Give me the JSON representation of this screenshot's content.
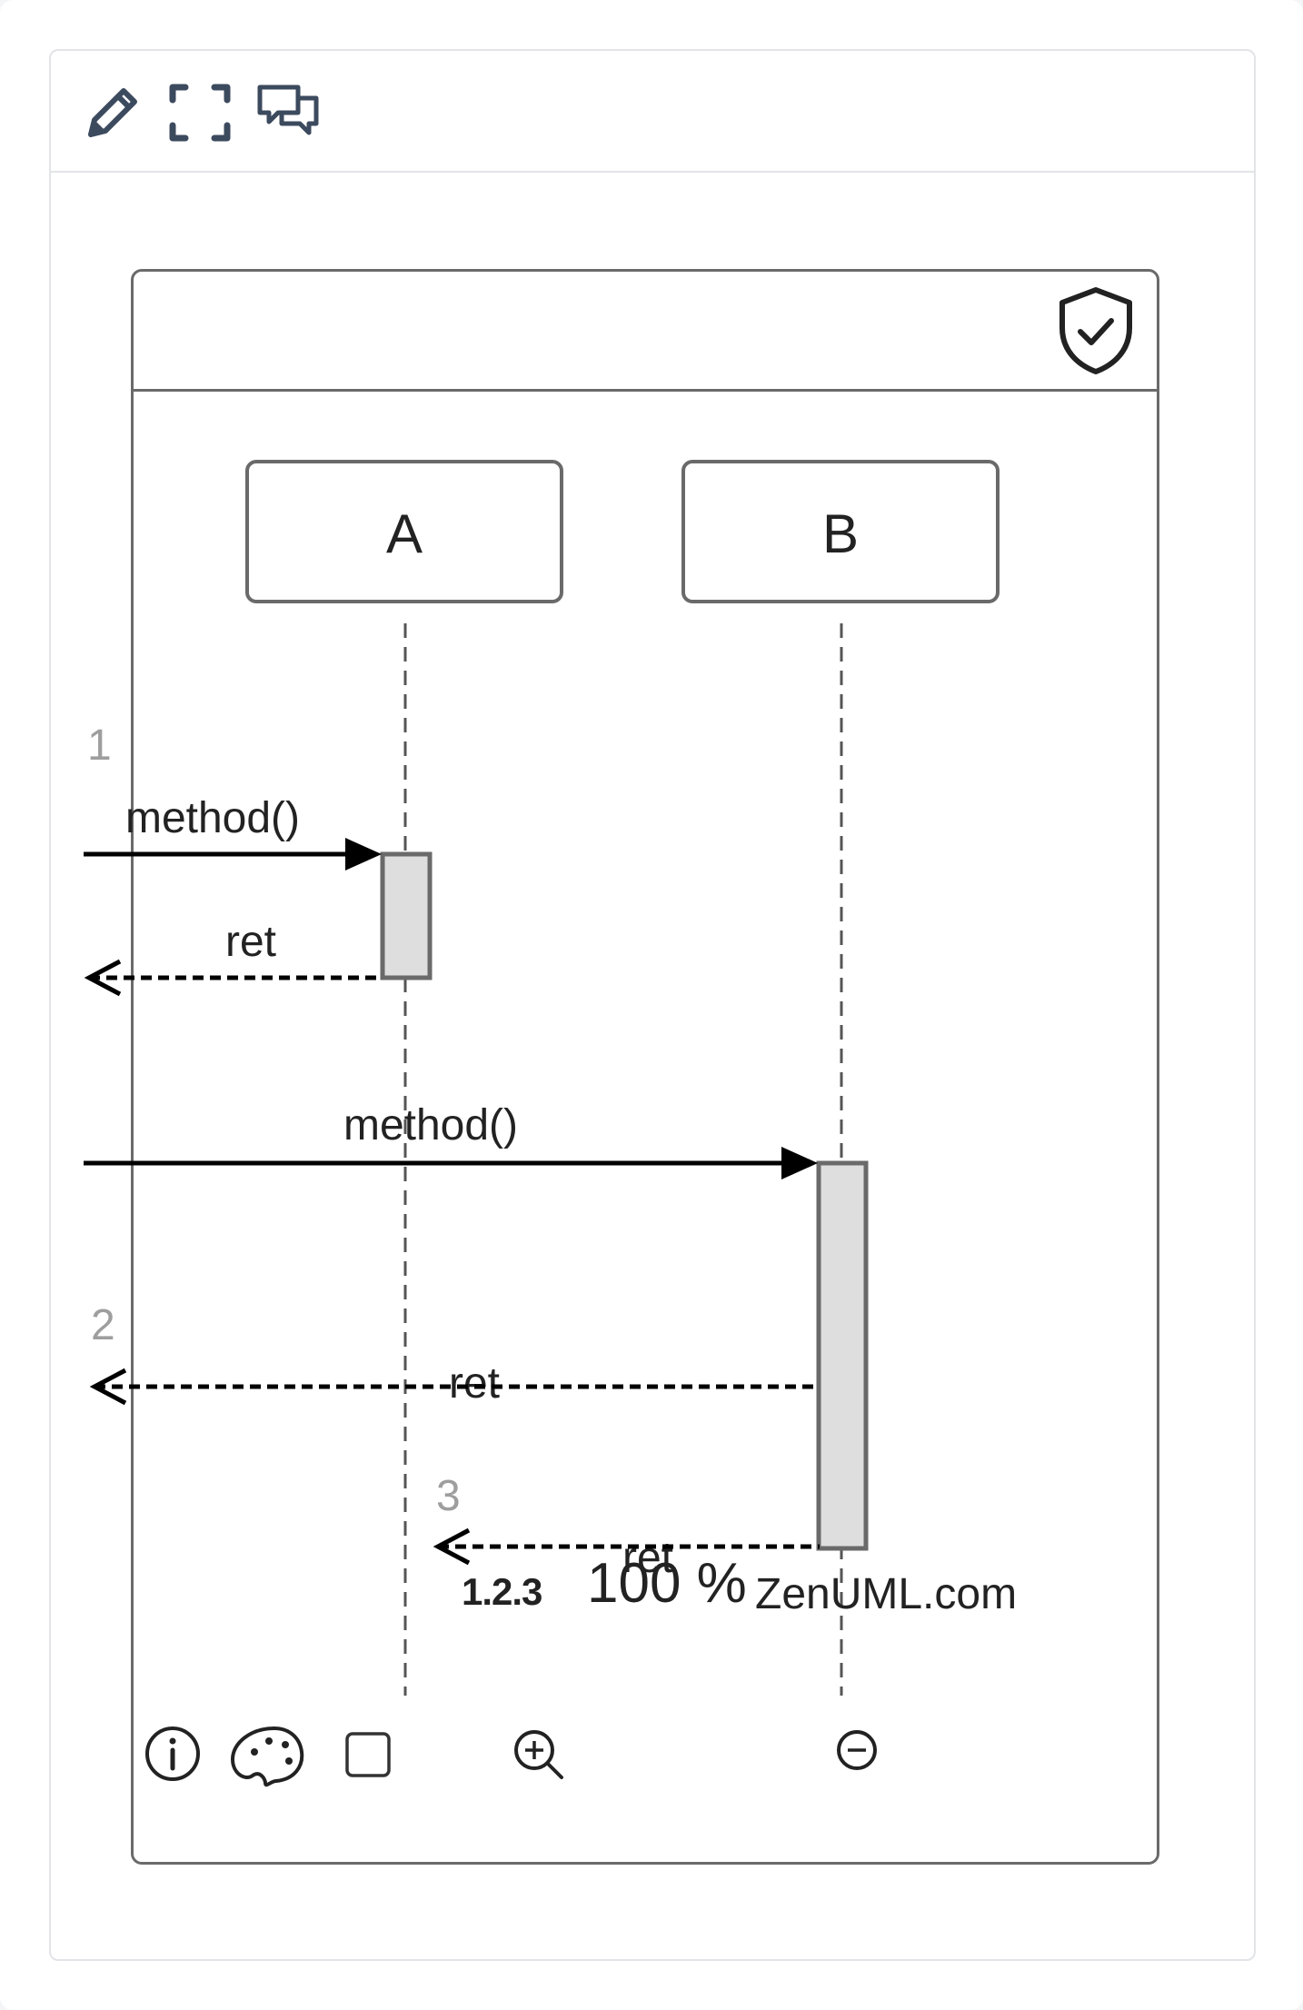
{
  "toolbar": {
    "icons": [
      "pencil-icon",
      "fullscreen-icon",
      "comments-icon"
    ]
  },
  "frame": {
    "header_icon": "shield-check-icon"
  },
  "diagram": {
    "participants": [
      {
        "name": "A"
      },
      {
        "name": "B"
      }
    ],
    "messages": [
      {
        "label": "method()",
        "from": "start",
        "to": "A",
        "type": "sync",
        "seq": "1"
      },
      {
        "label": "ret",
        "from": "A",
        "to": "start",
        "type": "return",
        "seq": ""
      },
      {
        "label": "method()",
        "from": "start",
        "to": "B",
        "type": "sync",
        "seq": ""
      },
      {
        "label": "ret",
        "from": "B",
        "to": "start",
        "type": "return",
        "seq": "2"
      },
      {
        "label": "ret",
        "from": "B",
        "to": "A",
        "type": "return",
        "seq": "3"
      }
    ],
    "colors": {
      "line": "#000000",
      "activation_fill": "#dedede",
      "activation_stroke": "#6a6a6a",
      "seq_number": "#9e9e9e"
    }
  },
  "bottom_bar": {
    "numbering_label": "1.2.3",
    "zoom_level": "100 %",
    "brand": "ZenUML.com",
    "icons": [
      "info-icon",
      "palette-icon",
      "checkbox",
      "zoom-in-icon",
      "zoom-out-icon"
    ]
  }
}
